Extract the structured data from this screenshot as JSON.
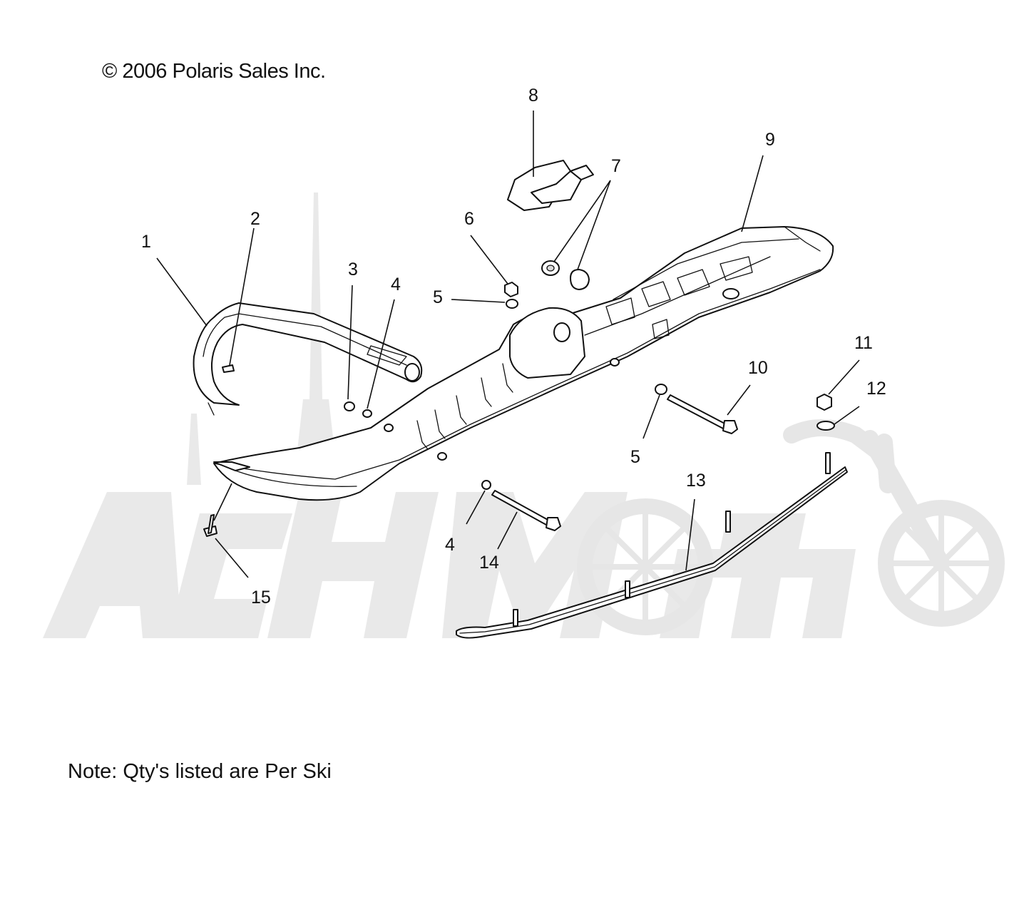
{
  "copyright": "© 2006 Polaris Sales Inc.",
  "note": "Note: Qty's listed are Per Ski",
  "watermark": {
    "text": "AchMoto",
    "color": "#e6e6e6"
  },
  "callouts": [
    {
      "id": "1",
      "label": "1"
    },
    {
      "id": "2",
      "label": "2"
    },
    {
      "id": "3",
      "label": "3"
    },
    {
      "id": "4a",
      "label": "4"
    },
    {
      "id": "4b",
      "label": "4"
    },
    {
      "id": "5a",
      "label": "5"
    },
    {
      "id": "5b",
      "label": "5"
    },
    {
      "id": "6",
      "label": "6"
    },
    {
      "id": "7",
      "label": "7"
    },
    {
      "id": "8",
      "label": "8"
    },
    {
      "id": "9",
      "label": "9"
    },
    {
      "id": "10",
      "label": "10"
    },
    {
      "id": "11",
      "label": "11"
    },
    {
      "id": "12",
      "label": "12"
    },
    {
      "id": "13",
      "label": "13"
    },
    {
      "id": "14",
      "label": "14"
    },
    {
      "id": "15",
      "label": "15"
    }
  ]
}
